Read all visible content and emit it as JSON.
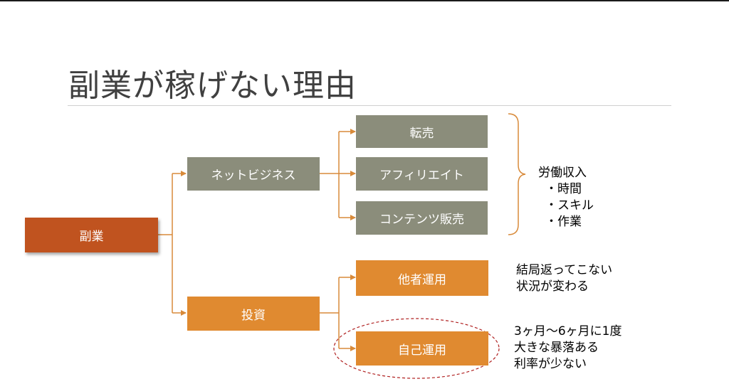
{
  "title": "副業が稼げない理由",
  "colors": {
    "root": "#c0531f",
    "gray": "#8b8d7b",
    "orange": "#e08a30",
    "connector": "#d88a3a",
    "ellipse": "#b02020"
  },
  "nodes": {
    "root": "副業",
    "net_business": "ネットビジネス",
    "investment": "投資",
    "tenbai": "転売",
    "affiliate": "アフィリエイト",
    "content_sales": "コンテンツ販売",
    "other_managed": "他者運用",
    "self_managed": "自己運用"
  },
  "notes": {
    "labor": {
      "heading": "労働収入",
      "items": [
        "・時間",
        "・スキル",
        "・作業"
      ]
    },
    "other_managed": [
      "結局返ってこない",
      "状況が変わる"
    ],
    "self_managed": [
      "3ヶ月～6ヶ月に1度",
      "大きな暴落ある",
      "利率が少ない"
    ]
  }
}
